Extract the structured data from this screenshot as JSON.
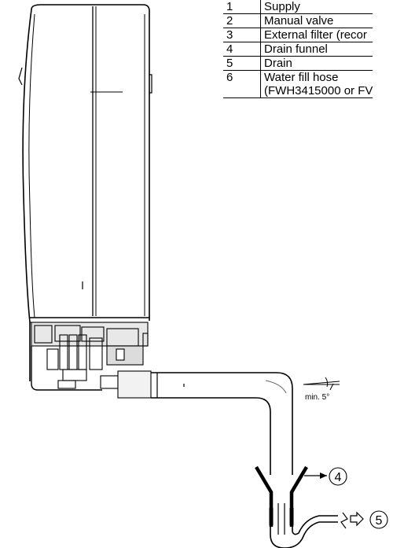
{
  "legend": {
    "rows": [
      {
        "num": "1",
        "text": "Supply"
      },
      {
        "num": "2",
        "text": "Manual valve"
      },
      {
        "num": "3",
        "text": "External filter (recor"
      },
      {
        "num": "4",
        "text": "Drain funnel"
      },
      {
        "num": "5",
        "text": "Drain"
      },
      {
        "num": "6",
        "text": "Water fill hose"
      },
      {
        "num": "",
        "text": "(FWH3415000 or FV"
      }
    ]
  },
  "callouts": {
    "funnel": "4",
    "drain": "5",
    "slope": "min. 5°"
  }
}
